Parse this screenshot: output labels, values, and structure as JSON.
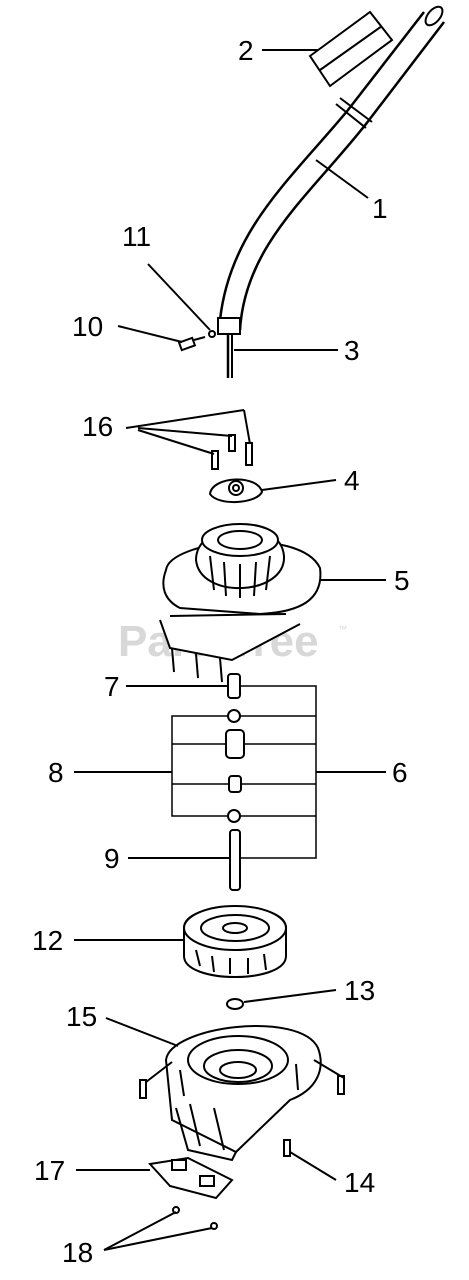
{
  "watermark": {
    "text": "PartsTree",
    "trademark": "™"
  },
  "labels": {
    "l1": "1",
    "l2": "2",
    "l3": "3",
    "l4": "4",
    "l5": "5",
    "l6": "6",
    "l7": "7",
    "l8": "8",
    "l9": "9",
    "l10": "10",
    "l11": "11",
    "l12": "12",
    "l13": "13",
    "l14": "14",
    "l15": "15",
    "l16": "16",
    "l17": "17",
    "l18": "18"
  },
  "colors": {
    "line": "#000000",
    "background": "#ffffff",
    "watermark": "#d8d8d8"
  }
}
